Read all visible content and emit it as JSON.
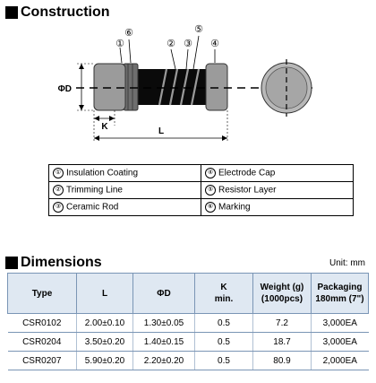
{
  "construction": {
    "title": "Construction"
  },
  "diagram": {
    "callouts": [
      "①",
      "⑥",
      "②",
      "③",
      "⑤",
      "④"
    ],
    "labels": {
      "diameter": "ΦD",
      "k": "K",
      "l": "L"
    },
    "colors": {
      "cap": "#9b9b9b",
      "marking": "#6e6e6e",
      "body": "#0a0a0a",
      "end_view": "#b8b8b8"
    }
  },
  "legend": [
    [
      {
        "num": "①",
        "label": "Insulation Coating"
      },
      {
        "num": "④",
        "label": "Electrode Cap"
      }
    ],
    [
      {
        "num": "②",
        "label": "Trimming Line"
      },
      {
        "num": "⑤",
        "label": "Resistor Layer"
      }
    ],
    [
      {
        "num": "③",
        "label": "Ceramic Rod"
      },
      {
        "num": "⑥",
        "label": "Marking"
      }
    ]
  ],
  "dimensions": {
    "title": "Dimensions",
    "unit": "Unit: mm",
    "headers": {
      "type": "Type",
      "l": "L",
      "d": "ΦD",
      "k": "K",
      "k_sub": "min.",
      "weight": "Weight (g)",
      "weight_sub": "(1000pcs)",
      "packaging": "Packaging",
      "packaging_sub": "180mm (7\")"
    },
    "rows": [
      {
        "type": "CSR0102",
        "l": "2.00±0.10",
        "d": "1.30±0.05",
        "k": "0.5",
        "weight": "7.2",
        "packaging": "3,000EA"
      },
      {
        "type": "CSR0204",
        "l": "3.50±0.20",
        "d": "1.40±0.15",
        "k": "0.5",
        "weight": "18.7",
        "packaging": "3,000EA"
      },
      {
        "type": "CSR0207",
        "l": "5.90±0.20",
        "d": "2.20±0.20",
        "k": "0.5",
        "weight": "80.9",
        "packaging": "2,000EA"
      }
    ]
  }
}
